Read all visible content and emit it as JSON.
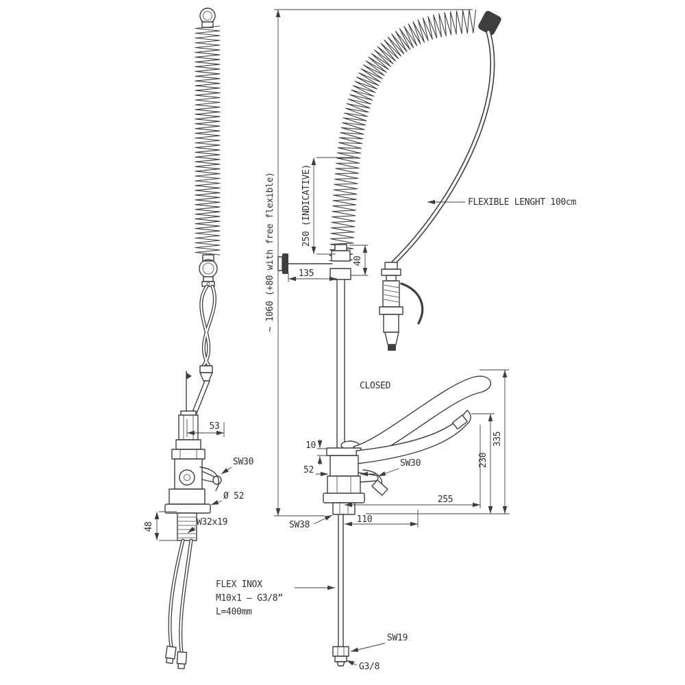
{
  "drawing": {
    "title": "pre-rinse mixer tap technical drawing",
    "ink_color": "#3d3d3d",
    "left_view": {
      "dim_53": "53",
      "sw30": "SW30",
      "dia_52": "Ø 52",
      "dim_48": "48",
      "thread": "W32x19"
    },
    "right_view": {
      "overall_height": "~ 1060 (+80 with free flexible)",
      "indicative": "250 (INDICATIVE)",
      "flexible_length": "FLEXIBLE LENGHT 100cm",
      "dim_135": "135",
      "dim_40": "40",
      "closed": "CLOSED",
      "dim_10": "10",
      "dim_52": "52",
      "sw30": "SW30",
      "dim_255": "255",
      "dim_110": "110",
      "dim_230": "230",
      "dim_335": "335",
      "sw38": "SW38",
      "flex_line1": "FLEX INOX",
      "flex_line2": "M10x1 – G3/8”",
      "flex_line3": "L=400mm",
      "sw19": "SW19",
      "g38": "G3/8"
    }
  }
}
